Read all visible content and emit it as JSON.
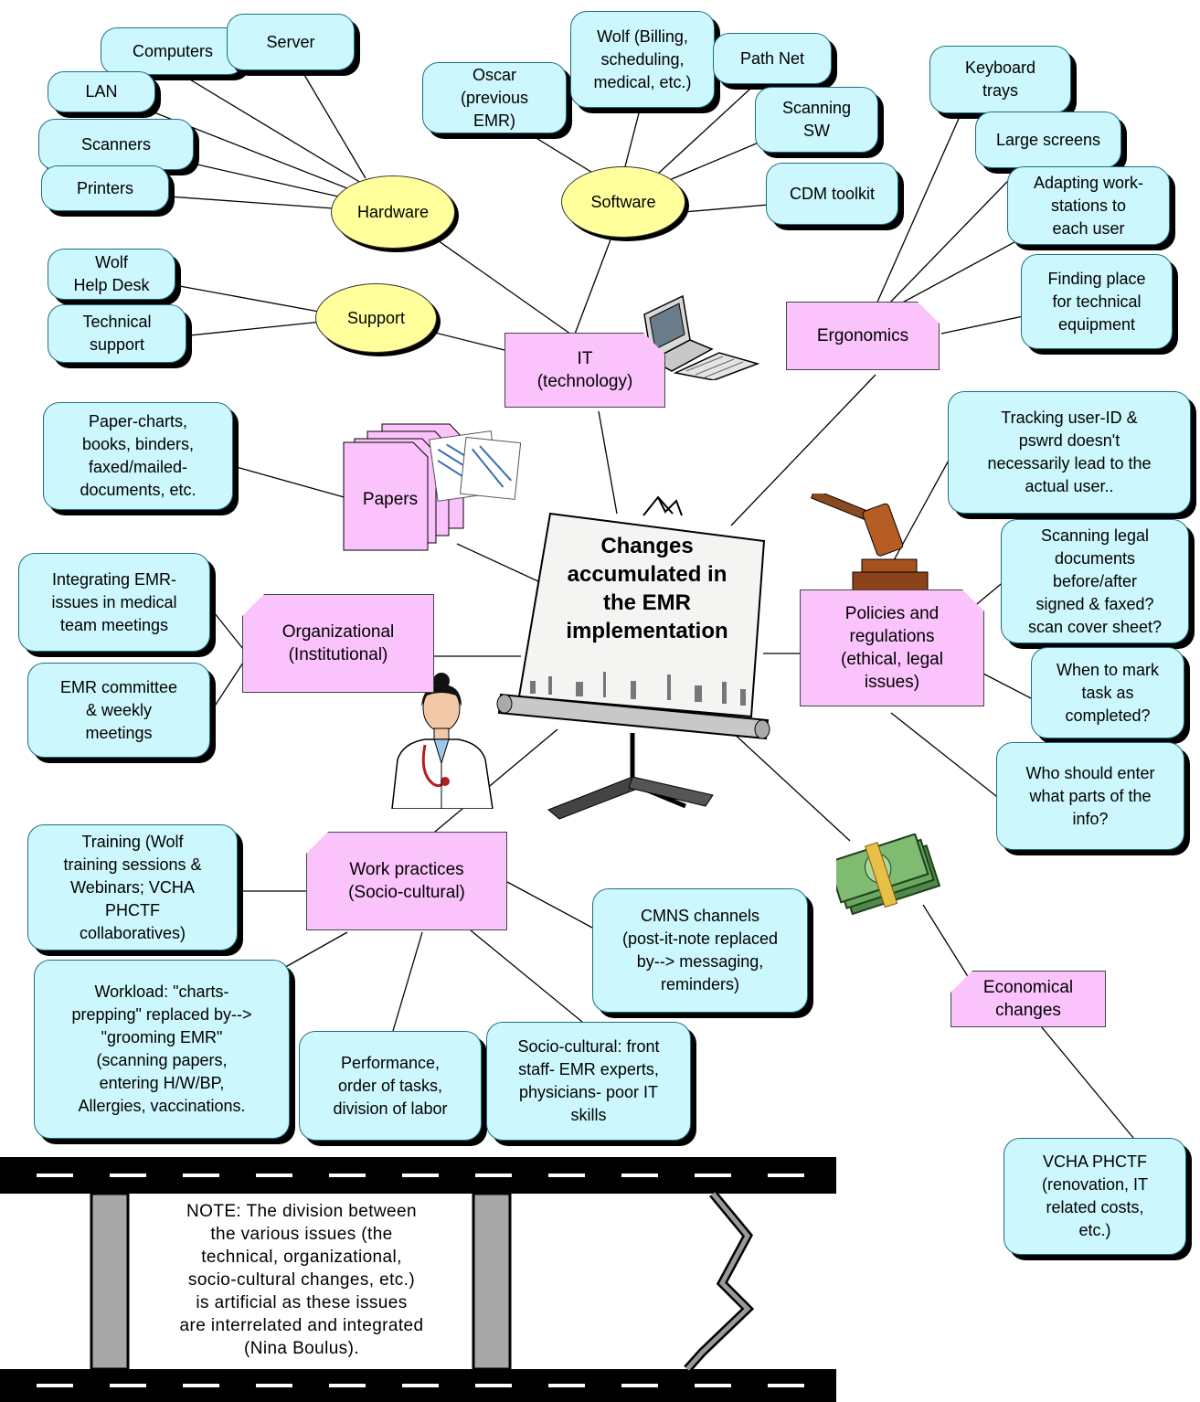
{
  "center": {
    "title": "Changes\naccumulated in\nthe EMR\nimplementation"
  },
  "categories": {
    "it": "IT\n(technology)",
    "papers": "Papers",
    "organizational": "Organizational\n(Institutional)",
    "work_practices": "Work practices\n(Socio-cultural)",
    "ergonomics": "Ergonomics",
    "policies": "Policies and\nregulations\n(ethical, legal\nissues)",
    "economical": "Economical\nchanges"
  },
  "groups": {
    "hardware": "Hardware",
    "software": "Software",
    "support": "Support"
  },
  "items": {
    "computers": "Computers",
    "server": "Server",
    "lan": "LAN",
    "scanners": "Scanners",
    "printers": "Printers",
    "wolf_helpdesk": "Wolf\nHelp Desk",
    "technical_support": "Technical\nsupport",
    "oscar": "Oscar\n(previous\nEMR)",
    "wolf_billing": "Wolf (Billing,\nscheduling,\nmedical, etc.)",
    "pathnet": "Path Net",
    "scanning_sw": "Scanning\nSW",
    "cdm_toolkit": "CDM toolkit",
    "keyboard_trays": "Keyboard\ntrays",
    "large_screens": "Large screens",
    "adapting_workstations": "Adapting work-\nstations to\neach user",
    "finding_place": "Finding place\nfor technical\nequipment",
    "paper_charts": "Paper-charts,\nbooks, binders,\nfaxed/mailed-\ndocuments, etc.",
    "integrating_emr": "Integrating EMR-\nissues in medical\nteam meetings",
    "emr_committee": "EMR committee\n& weekly\nmeetings",
    "tracking_user": "Tracking user-ID &\npswrd doesn't\nnecessarily lead to the\nactual user..",
    "scanning_legal": "Scanning legal\ndocuments\nbefore/after\nsigned & faxed?\nscan cover sheet?",
    "when_to_mark": "When to mark\ntask as\ncompleted?",
    "who_should_enter": "Who should enter\nwhat parts of the\ninfo?",
    "training": "Training (Wolf\ntraining sessions &\nWebinars; VCHA\nPHCTF\ncollaboratives)",
    "workload": "Workload: \"charts-\nprepping\" replaced by-->\n\"grooming EMR\"\n(scanning papers,\nentering H/W/BP,\nAllergies, vaccinations.",
    "performance": "Performance,\norder of tasks,\ndivision of labor",
    "socio_cultural": "Socio-cultural: front\nstaff- EMR experts,\nphysicians- poor IT\nskills",
    "cmns": "CMNS channels\n(post-it-note replaced\nby--> messaging,\nreminders)",
    "vcha_phctf": "VCHA PHCTF\n(renovation, IT\nrelated costs,\netc.)"
  },
  "note": "NOTE: The division between\nthe various issues (the\ntechnical, organizational,\nsocio-cultural changes, etc.)\nis artificial as these issues\nare interrelated and integrated\n(Nina Boulus).",
  "colors": {
    "leaf_fill": "#ccf7fc",
    "group_fill": "#ffff9c",
    "category_fill": "#fbc3fb",
    "connector": "#000000"
  }
}
